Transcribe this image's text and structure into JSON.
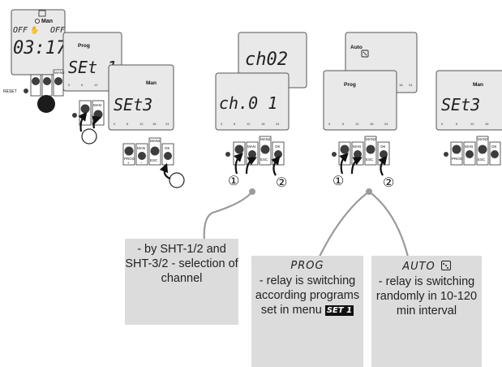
{
  "frames": {
    "clock": {
      "off_left": "OFF",
      "off_right": "OFF",
      "time": "03:17",
      "mode": "Man",
      "reset": "RESET"
    },
    "set1": {
      "mode": "Prog",
      "display": "SEt 1"
    },
    "set3_a": {
      "mode": "Man",
      "display": "SEt3"
    },
    "ch02": {
      "display": "ch02"
    },
    "ch01": {
      "display": "ch.0 1"
    },
    "auto": {
      "mode": "Auto"
    },
    "prog": {
      "mode": "Prog"
    },
    "set3_b": {
      "mode": "Man",
      "display": "SEt3"
    }
  },
  "ticks": [
    "0",
    "6",
    "12",
    "18",
    "24"
  ],
  "buttons": {
    "prog": "PROG",
    "man": "MAN",
    "man2": "MAN2",
    "ok": "OK",
    "esc": "ESC",
    "plus": "+",
    "minus": "−"
  },
  "step_marks": {
    "one": "①",
    "two": "②"
  },
  "callouts": {
    "channel": {
      "text": "- by SHT-1/2 and SHT-3/2 - selection of channel"
    },
    "prog": {
      "mode": "PROG",
      "text": "- relay is switching according programs set in menu",
      "menu": "SET 1"
    },
    "auto": {
      "mode": "AUTO",
      "text": "- relay is switching randomly in 10-120 min interval"
    }
  },
  "colors": {
    "lcd_bg": "#e9e9e9",
    "lcd_border": "#555555",
    "button": "#3d3d3d",
    "callout_bg": "#dcdcdc",
    "connector": "#9a9a9a"
  }
}
